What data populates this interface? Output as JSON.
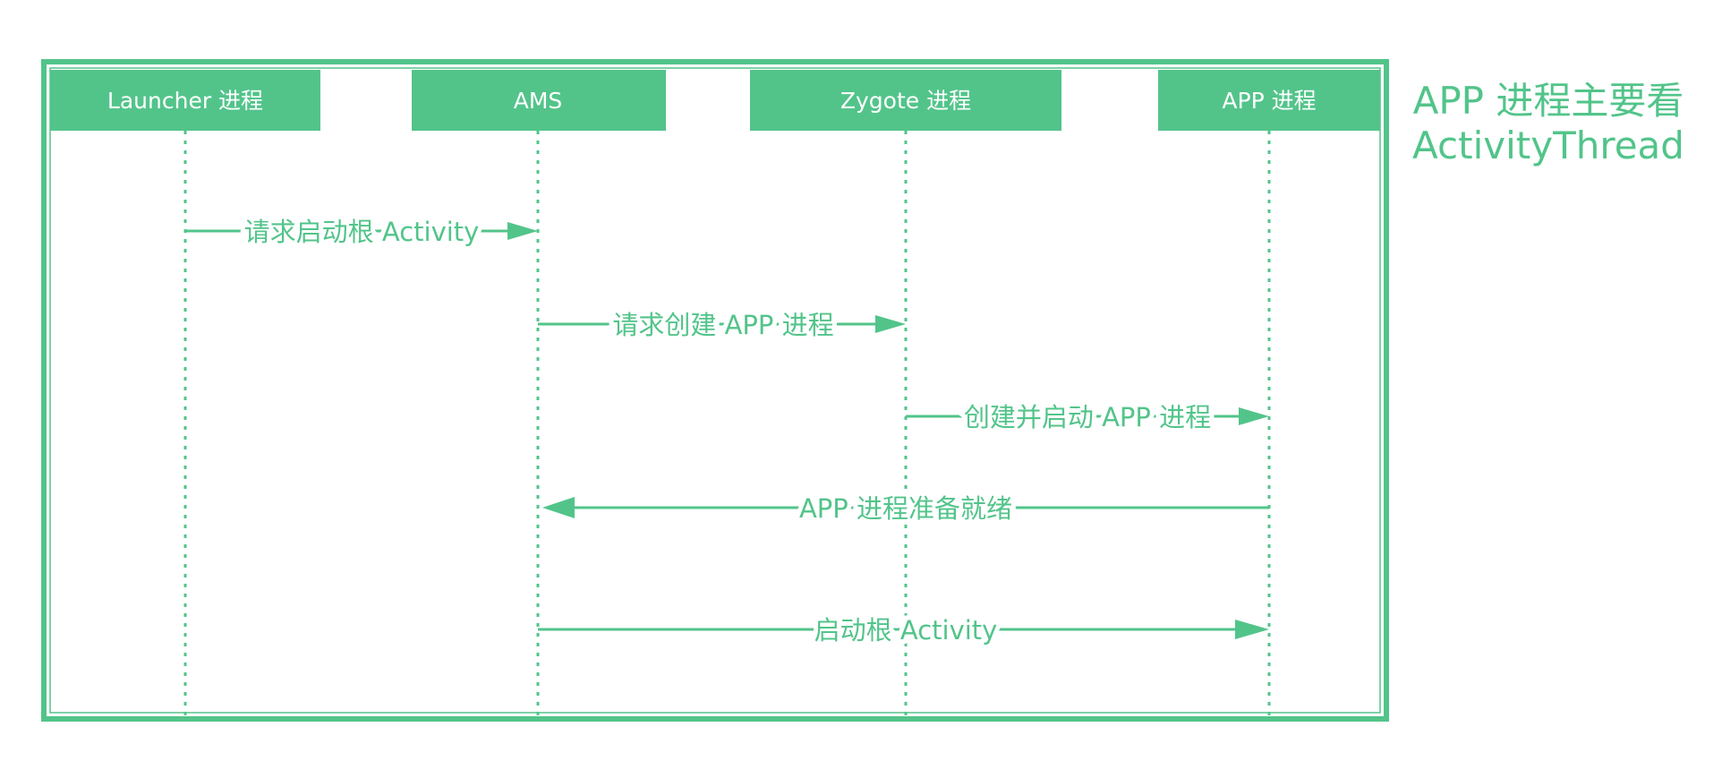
{
  "colors": {
    "accent": "#52c48a",
    "header_text": "#ffffff",
    "background": "#ffffff"
  },
  "participants": [
    {
      "id": "launcher",
      "label": "Launcher 进程"
    },
    {
      "id": "ams",
      "label": "AMS"
    },
    {
      "id": "zygote",
      "label": "Zygote 进程"
    },
    {
      "id": "app",
      "label": "APP 进程"
    }
  ],
  "messages": [
    {
      "from": "launcher",
      "to": "ams",
      "label": "请求启动根 Activity"
    },
    {
      "from": "ams",
      "to": "zygote",
      "label": "请求创建 APP 进程"
    },
    {
      "from": "zygote",
      "to": "app",
      "label": "创建并启动 APP 进程"
    },
    {
      "from": "app",
      "to": "ams",
      "label": "APP 进程准备就绪"
    },
    {
      "from": "ams",
      "to": "app",
      "label": "启动根 Activity"
    }
  ],
  "note": {
    "line1": "APP 进程主要看",
    "line2": "ActivityThread"
  }
}
